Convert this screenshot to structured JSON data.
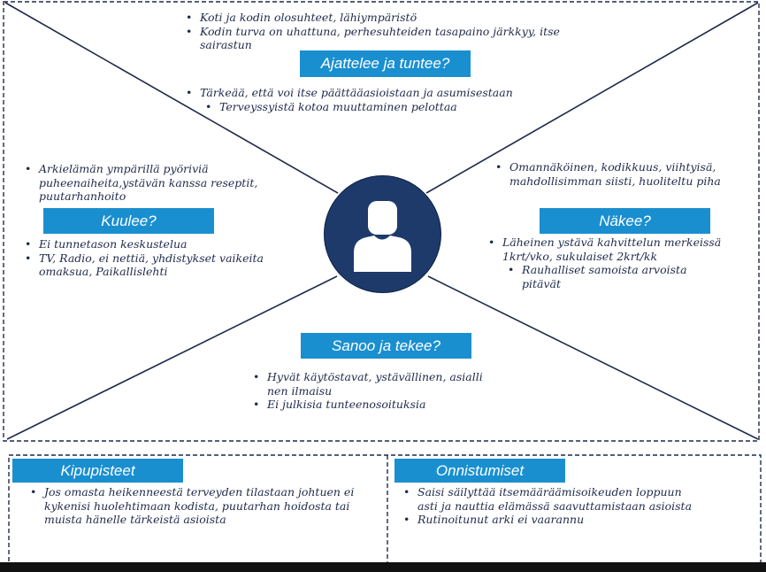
{
  "colors": {
    "accent": "#1a8fd0",
    "avatar": "#1d3a6b",
    "text": "#1f2a4a"
  },
  "sections": {
    "thinks": {
      "title": "Ajattelee ja tuntee?",
      "top_items": [
        "Koti ja kodin olosuhteet, lähiympäristö",
        "Kodin turva on uhattuna, perhesuhteiden tasapaino järkkyy, itse sairastun"
      ],
      "bottom_items": [
        "Tärkeää, että voi itse päättääasioistaan ja asumisestaan"
      ],
      "bottom_subitems": [
        "Terveyssyistä kotoa muuttaminen pelottaa"
      ]
    },
    "hears": {
      "title": "Kuulee?",
      "top_items": [
        "Arkielämän ympärillä pyöriviä puheenaiheita,ystävän kanssa reseptit, puutarhanhoito"
      ],
      "bottom_items": [
        "Ei tunnetason keskustelua",
        "TV, Radio, ei nettiä, yhdistykset vaikeita omaksua, Paikallislehti"
      ]
    },
    "sees": {
      "title": "Näkee?",
      "top_items": [
        "Omannäköinen, kodikkuus, viihtyisä, mahdollisimman siisti, huoliteltu piha"
      ],
      "bottom_items": [
        "Läheinen ystävä kahvittelun merkeissä 1krt/vko, sukulaiset 2krt/kk"
      ],
      "bottom_subitems": [
        "Rauhalliset samoista arvoista pitävät"
      ]
    },
    "says": {
      "title": "Sanoo ja tekee?",
      "items": [
        "Hyvät käytöstavat, ystävällinen, asialli nen ilmaisu",
        "Ei julkisia tunteenosoituksia"
      ]
    },
    "pains": {
      "title": "Kipupisteet",
      "items": [
        "Jos omasta heikenneestä terveyden tilastaan johtuen ei kykenisi huolehtimaan kodista, puutarhan hoidosta tai muista hänelle tärkeistä asioista"
      ]
    },
    "gains": {
      "title": "Onnistumiset",
      "items": [
        "Saisi säilyttää itsemääräämisoikeuden loppuun asti ja nauttia elämässä saavuttamistaan asioista",
        "Rutinoitunut arki ei vaarannu"
      ]
    }
  }
}
